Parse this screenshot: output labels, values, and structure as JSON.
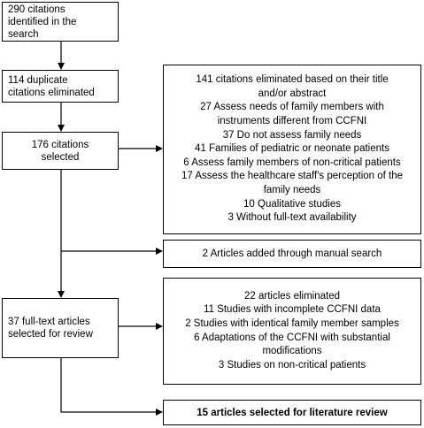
{
  "boxes": {
    "citations_identified": {
      "lines": [
        "290 citations",
        "identified in the",
        "search"
      ]
    },
    "duplicates": {
      "lines": [
        "114 duplicate",
        "citations eliminated"
      ]
    },
    "selected": {
      "lines": [
        "176 citations",
        "selected"
      ]
    },
    "eliminated_title": {
      "lines": [
        "141 citations eliminated based on their title",
        "and/or abstract",
        "27 Assess needs of family members with",
        "instruments different from CCFNI",
        "37 Do not assess family needs",
        "41 Families of pediatric or neonate patients",
        "6 Assess family members of non-critical patients",
        "17 Assess the healthcare staff's perception of the",
        "family needs",
        "10 Qualitative studies",
        "3 Without full-text availability"
      ]
    },
    "manual_search": {
      "lines": [
        "2 Articles added through manual search"
      ]
    },
    "full_text": {
      "lines": [
        "37 full-text articles",
        "selected for review"
      ]
    },
    "eliminated_full": {
      "lines": [
        "22 articles eliminated",
        "11 Studies with incomplete CCFNI data",
        "2 Studies with identical family member samples",
        "6 Adaptations of the CCFNI with substantial",
        "modifications",
        "3 Studies on non-critical patients"
      ]
    },
    "final": {
      "lines": [
        "15 articles selected for literature review"
      ]
    }
  }
}
